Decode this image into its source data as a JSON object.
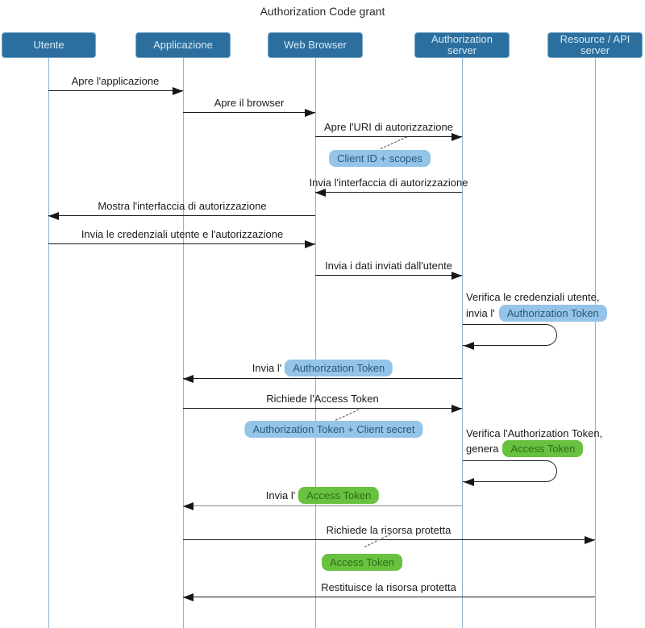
{
  "title": "Authorization Code grant",
  "colors": {
    "actor_fill": "#2c6f9e",
    "actor_border": "#77a9cd",
    "actor_text": "#d7eaf6",
    "lifeline": "#8fb4cf",
    "arrow": "#1b1b1b",
    "arrow_gray": "#8f8f8f",
    "badge_blue_bg": "#94c4e7",
    "badge_blue_text": "#26597b",
    "badge_green_bg": "#68c13f",
    "badge_green_text": "#2f6e18"
  },
  "actors": [
    {
      "name": "Utente"
    },
    {
      "name": "Applicazione"
    },
    {
      "name": "Web Browser"
    },
    {
      "name": "Authorization server"
    },
    {
      "name": "Resource / API server"
    }
  ],
  "messages": [
    {
      "label": "Apre l'applicazione",
      "from": "Utente",
      "to": "Applicazione"
    },
    {
      "label": "Apre il browser",
      "from": "Applicazione",
      "to": "Web Browser"
    },
    {
      "label": "Apre l'URI di autorizzazione",
      "from": "Web Browser",
      "to": "Authorization server"
    },
    {
      "label": "Invia l'interfaccia di autorizzazione",
      "from": "Authorization server",
      "to": "Web Browser"
    },
    {
      "label": "Mostra l'interfaccia di autorizzazione",
      "from": "Web Browser",
      "to": "Utente"
    },
    {
      "label": "Invia le credenziali utente e l'autorizzazione",
      "from": "Utente",
      "to": "Web Browser"
    },
    {
      "label": "Invia i dati inviati dall'utente",
      "from": "Web Browser",
      "to": "Authorization server"
    },
    {
      "label_prefix": "Invia l'",
      "badge": "Authorization Token",
      "badge_type": "blue",
      "from": "Authorization server",
      "to": "Applicazione"
    },
    {
      "label": "Richiede l'Access Token",
      "from": "Applicazione",
      "to": "Authorization server"
    },
    {
      "label_prefix": "Invia l'",
      "badge": "Access Token",
      "badge_type": "green",
      "from": "Authorization server",
      "to": "Applicazione"
    },
    {
      "label": "Richiede la risorsa protetta",
      "from": "Applicazione",
      "to": "Resource / API server"
    },
    {
      "label": "Restituisce la risorsa protetta",
      "from": "Resource / API server",
      "to": "Applicazione"
    }
  ],
  "notes": [
    {
      "text": "Client ID + scopes",
      "type": "blue"
    },
    {
      "text": "Authorization Token + Client secret",
      "type": "blue"
    },
    {
      "text": "Access Token",
      "type": "green"
    }
  ],
  "self_messages": [
    {
      "line1": "Verifica le credenziali utente,",
      "line2_prefix": "invia l'",
      "badge": "Authorization Token",
      "badge_type": "blue",
      "actor": "Authorization server"
    },
    {
      "line1": "Verifica l'Authorization Token,",
      "line2_prefix": "genera",
      "badge": "Access Token",
      "badge_type": "green",
      "actor": "Authorization server"
    }
  ]
}
